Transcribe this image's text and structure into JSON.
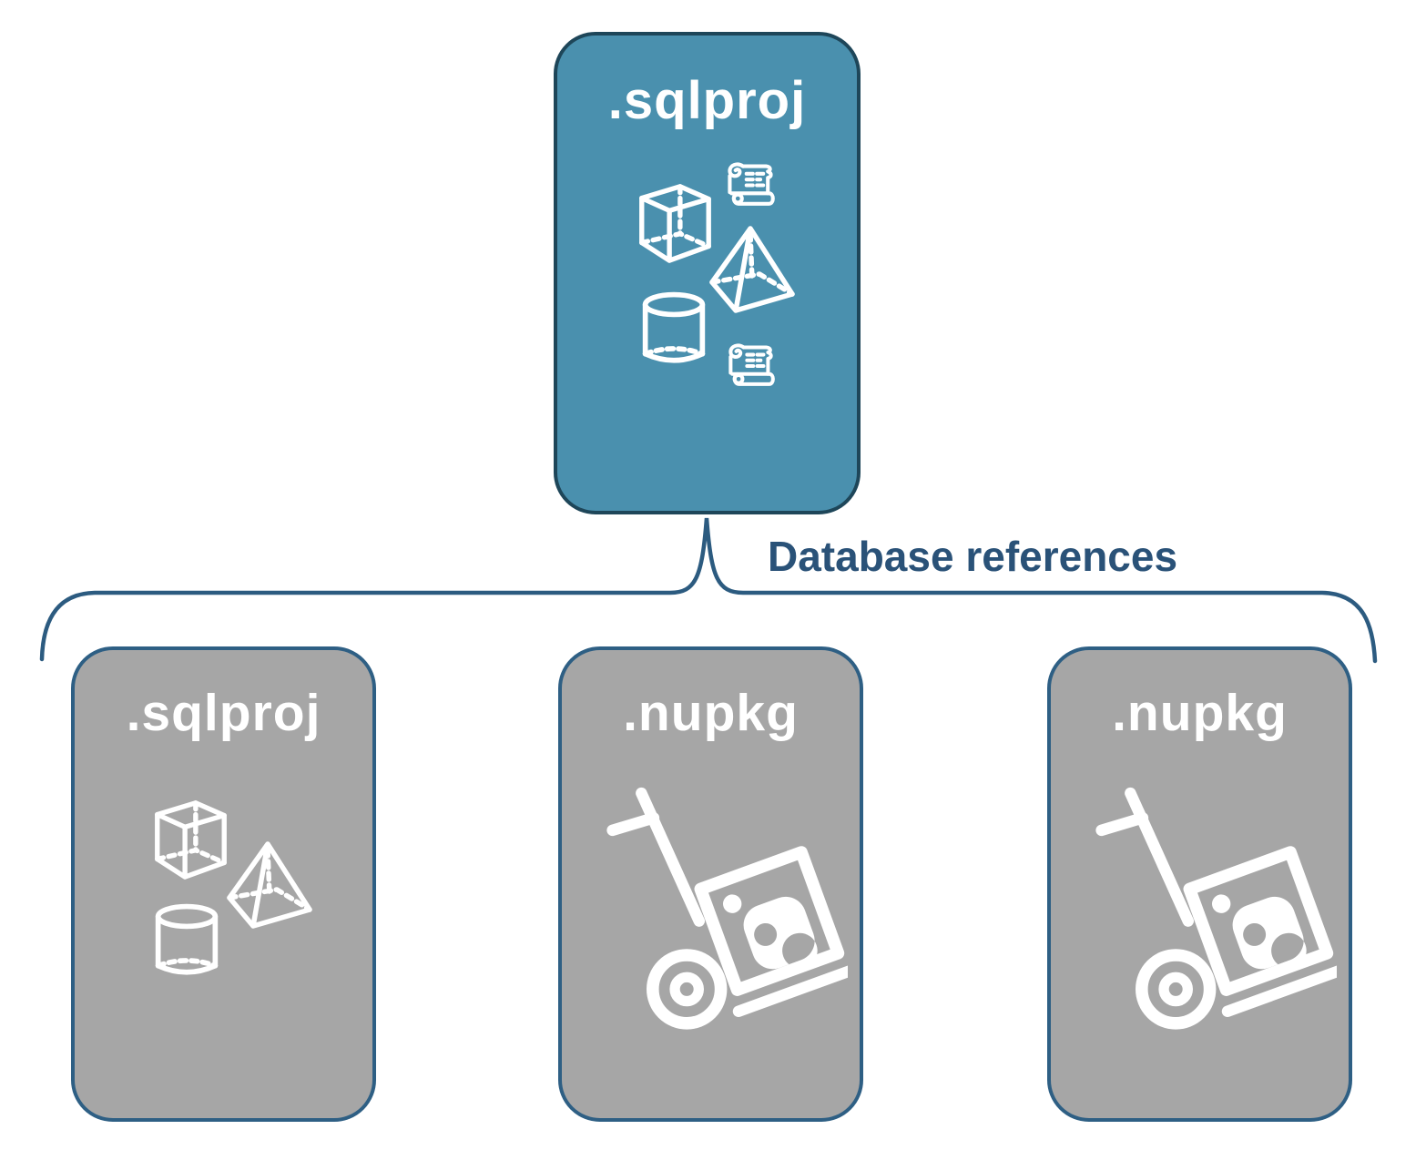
{
  "diagram": {
    "parent_node": {
      "label": ".sqlproj"
    },
    "connector_label": "Database references",
    "child_nodes": [
      {
        "label": ".sqlproj"
      },
      {
        "label": ".nupkg"
      },
      {
        "label": ".nupkg"
      }
    ],
    "icons": {
      "parent": [
        "scroll-icon",
        "cube-icon",
        "pyramid-icon",
        "cylinder-icon",
        "scroll-icon"
      ],
      "child_sqlproj": [
        "cube-icon",
        "pyramid-icon",
        "cylinder-icon"
      ],
      "child_nupkg": [
        "handtruck-package-icon"
      ]
    },
    "colors": {
      "parent_fill": "#4A90AE",
      "parent_border": "#1E4659",
      "child_fill": "#A6A6A6",
      "child_border": "#2E5F84",
      "connector_line": "#2C5B80",
      "connector_label_text": "#2A5278",
      "icon_stroke": "#FFFFFF",
      "title_text": "#FFFFFF"
    }
  }
}
